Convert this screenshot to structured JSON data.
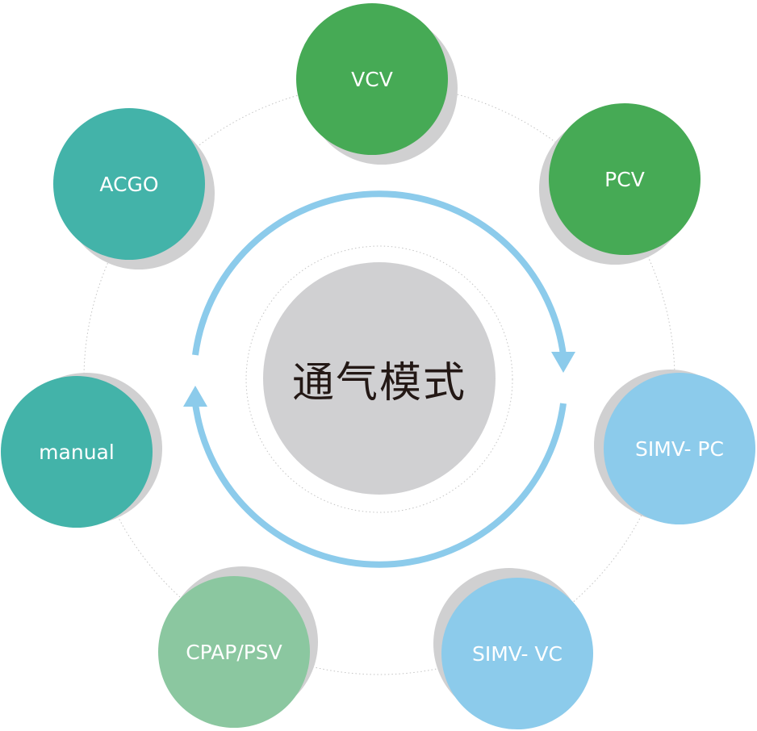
{
  "center": {
    "label": "通气模式"
  },
  "modes": [
    {
      "id": "vcv",
      "label": "VCV",
      "color": "#46aa55"
    },
    {
      "id": "pcv",
      "label": "PCV",
      "color": "#46aa55"
    },
    {
      "id": "simv-pc",
      "label": "SIMV- PC",
      "color": "#8ccbeb"
    },
    {
      "id": "simv-vc",
      "label": "SIMV- VC",
      "color": "#8ccbeb"
    },
    {
      "id": "cpap-psv",
      "label": "CPAP/PSV",
      "color": "#8bc7a0"
    },
    {
      "id": "manual",
      "label": "manual",
      "color": "#43b3a9"
    },
    {
      "id": "acgo",
      "label": "ACGO",
      "color": "#43b3a9"
    }
  ],
  "colors": {
    "arrow": "#8ccbeb",
    "ring": "#bdbdbd",
    "shadow": "#d0d0d1",
    "center": "#d0d0d2"
  }
}
